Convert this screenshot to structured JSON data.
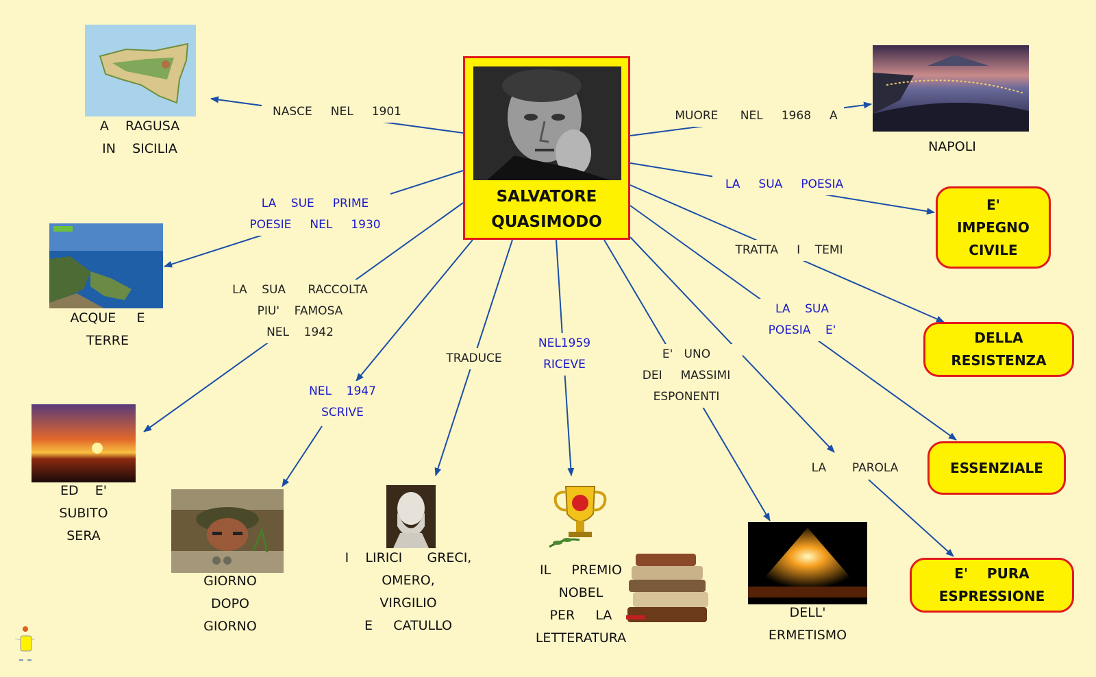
{
  "center": {
    "name": "SALVATORE\nQUASIMODO"
  },
  "nodes": {
    "ragusa": "A    RAGUSA\nIN    SICILIA",
    "napoli": "NAPOLI",
    "acque_terre": "ACQUE     E\nTERRE",
    "ed_e_subito_sera": "ED    E'\nSUBITO\nSERA",
    "giorno_dopo_giorno": "GIORNO\nDOPO\nGIORNO",
    "lirici_greci": "I    LIRICI      GRECI,\nOMERO,\nVIRGILIO\nE     CATULLO",
    "premio_nobel": "IL     PREMIO\nNOBEL\nPER     LA\nLETTERATURA",
    "ermetismo": "DELL'\nERMETISMO",
    "impegno_civile": "E'\nIMPEGNO\nCIVILE",
    "resistenza": "DELLA\nRESISTENZA",
    "essenziale": "ESSENZIALE",
    "pura_espressione": "E'    PURA\nESPRESSIONE"
  },
  "links": {
    "nasce": "NASCE     NEL     1901",
    "muore": "MUORE      NEL     1968     A",
    "prime_poesie": "LA    SUE     PRIME\nPOESIE     NEL     1930",
    "raccolta": "LA    SUA      RACCOLTA\nPIU'    FAMOSA\nNEL    1942",
    "scrive": "NEL    1947\nSCRIVE",
    "traduce": "TRADUCE",
    "riceve": "NEL1959\nRICEVE",
    "esponenti": "E'   UNO\nDEI     MASSIMI\nESPONENTI",
    "sua_poesia": "LA     SUA     POESIA",
    "tratta_temi": "TRATTA     I    TEMI",
    "poesia_e": "LA    SUA\nPOESIA    E'",
    "la_parola": "LA       PAROLA"
  },
  "colors": {
    "background": "#fdf6c7",
    "node_fill": "#fff200",
    "node_border": "#e11a1a",
    "arrow": "#1a4fa8",
    "blue_text": "#1a1acc"
  },
  "icons": [
    "sicily-map-image",
    "naples-bay-image",
    "portrait-photo",
    "coast-image",
    "sunset-image",
    "soldier-image",
    "bust-image",
    "trophy-icon",
    "books-icon",
    "pyramid-light-image",
    "robot-logo-icon"
  ]
}
